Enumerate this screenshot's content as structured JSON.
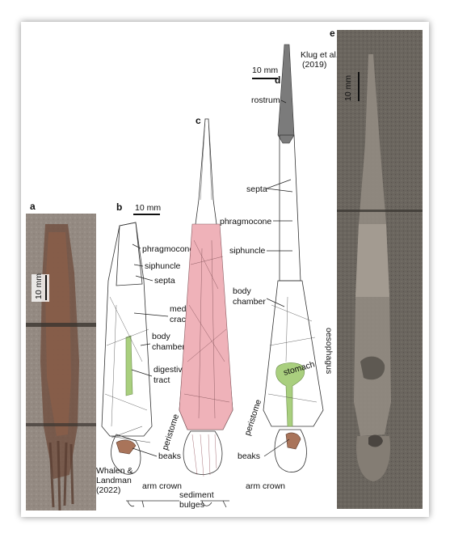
{
  "panels": {
    "a": "a",
    "b": "b",
    "c": "c",
    "d": "d",
    "e": "e"
  },
  "scale_bars": {
    "a": "10 mm",
    "b": "10 mm",
    "d": "10 mm",
    "e": "10 mm"
  },
  "labels": {
    "phragmocone_b": "phragmocone",
    "siphuncle_b": "siphuncle",
    "septa_b": "septa",
    "median_crack": "median\ncrack",
    "body_chamber_b": "body\nchamber",
    "digestive_tract": "digestive\ntract",
    "peristome_b": "peristome",
    "beaks_b": "beaks",
    "arm_crown_b": "arm crown",
    "sediment_bulges": "sediment\nbulges",
    "rostrum": "rostrum",
    "septa_d": "septa",
    "phragmocone_d": "phragmocone",
    "siphuncle_d": "siphuncle",
    "body_chamber_d": "body\nchamber",
    "stomach": "stomach",
    "oesophagus": "oesophagus",
    "peristome_d": "peristome",
    "beaks_d": "beaks",
    "arm_crown_d": "arm crown"
  },
  "citations": {
    "whalen": "Whalen &\nLandman\n(2022)",
    "klug": "Klug et al.\n(2019)"
  },
  "colors": {
    "phragmocone": "#f0c9a2",
    "body_pink": "#efb2b9",
    "digestive": "#a9cf7e",
    "rostrum": "#7b7b7b",
    "beak": "#a9745a",
    "arm_crown": "#e8c4b4",
    "photo_a": "#9a8f86",
    "photo_e": "#6c6760"
  }
}
